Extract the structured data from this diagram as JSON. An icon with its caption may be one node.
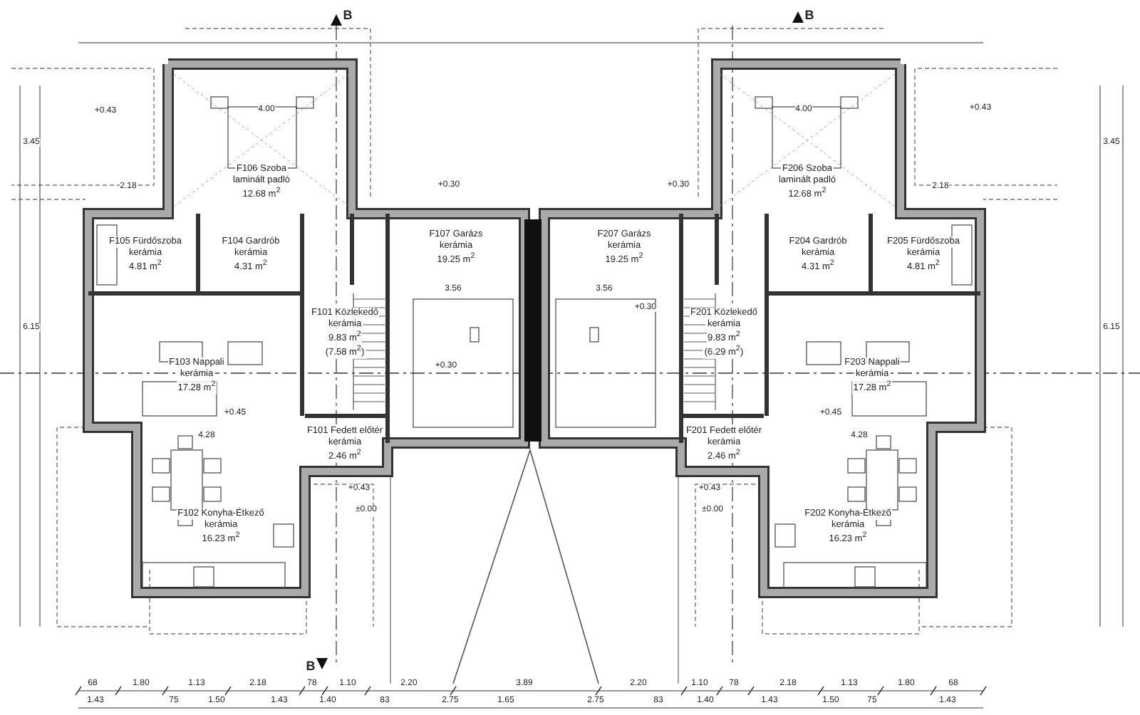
{
  "diagram": {
    "nodes": [
      {
        "text": [
          "F106 Szoba",
          "laminált padló",
          "12.68 m$^{2}$"
        ]
      },
      {
        "text": [
          "F105 Fürdőszoba",
          "kerámia",
          "4.81 m$^{2}$"
        ]
      },
      {
        "text": [
          "F104 Gardrób",
          "kerámia",
          "4.31 m$^{2}$"
        ]
      },
      {
        "text": [
          "F101 Közlekedő",
          "kerámia",
          "9.83 m$^{2}$",
          "(7.58 m$^{2}$)"
        ]
      },
      {
        "text": [
          "F103 Nappali",
          "kerámia",
          "17.28 m$^{2}$"
        ]
      },
      {
        "text": [
          "F101 Fedett előtér",
          "kerámia",
          "2.46 m$^{2}$"
        ]
      },
      {
        "text": [
          "F102 Konyha-Étkező",
          "kerámia",
          "16.23 m$^{2}$"
        ]
      },
      {
        "text": [
          "F107 Garázs",
          "kerámia",
          "19.25 m$^{2}$"
        ]
      },
      {
        "text": [
          "F207 Garázs",
          "kerámia",
          "19.25 m$^{2}$"
        ]
      },
      {
        "text": [
          "F206 Szoba",
          "laminált padló",
          "12.68 m$^{2}$"
        ]
      },
      {
        "text": [
          "F205 Fürdőszoba",
          "kerámia",
          "4.81 m$^{2}$"
        ]
      },
      {
        "text": [
          "F204 Gardrób",
          "kerámia",
          "4.31 m$^{2}$"
        ]
      },
      {
        "text": [
          "F201 Közlekedő",
          "kerámia",
          "9.83 m$^{2}$",
          "(6.29 m$^{2}$)"
        ]
      },
      {
        "text": [
          "F203 Nappali",
          "kerámia",
          "17.28 m$^{2}$"
        ]
      },
      {
        "text": [
          "F201 Fedett előtér",
          "kerámia",
          "2.46 m$^{2}$"
        ]
      },
      {
        "text": [
          "F202 Konyha-Étkező",
          "kerámia",
          "16.23 m$^{2}$"
        ]
      }
    ],
    "labels": [
      "B",
      "B",
      "+0.43",
      "4.00",
      "4.00",
      "+0.43",
      "3.45",
      "3.45",
      "2.18",
      "+0.30",
      "+0.30",
      "2.18",
      "3.56",
      "3.56",
      "+0.30",
      "6.15",
      "6.15",
      "+0.30",
      "+0.45",
      "+0.45",
      "4.28",
      "4.28",
      "+0.43",
      "+0.43",
      "±0.00",
      "±0.00",
      "B",
      "68",
      "1.80",
      "1.13",
      "2.18",
      "78",
      "1.10",
      "2.20",
      "3.89",
      "2.20",
      "1.10",
      "78",
      "2.18",
      "1.13",
      "1.80",
      "68",
      "1.43",
      "75",
      "1.50",
      "1.43",
      "1.40",
      "83",
      "2.75",
      "1.65",
      "2.75",
      "83",
      "1.40",
      "1.43",
      "1.50",
      "75",
      "1.43"
    ]
  }
}
